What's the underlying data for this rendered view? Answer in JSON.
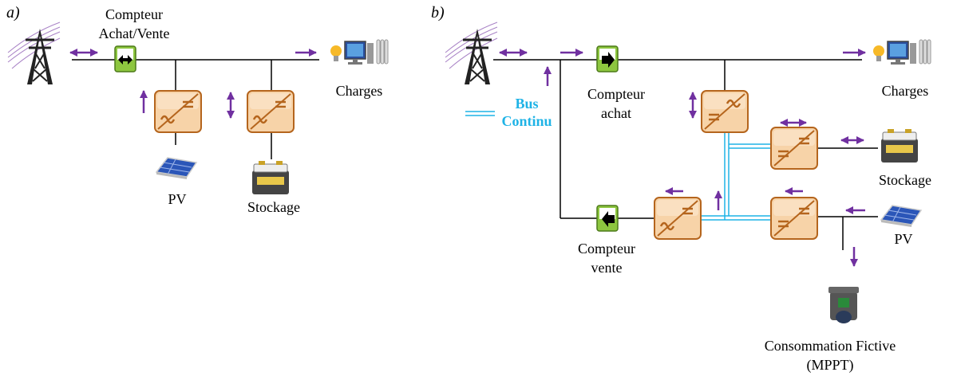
{
  "colors": {
    "line": "#000000",
    "arrow": "#7030a0",
    "bus": "#1fb3e6",
    "converter_fill": "#f7d3a8",
    "converter_stroke": "#b5651d",
    "meter_green": "#8dc63f"
  },
  "panel_a": {
    "label": "a)",
    "meter_label_line1": "Compteur",
    "meter_label_line2": "Achat/Vente",
    "charges": "Charges",
    "pv": "PV",
    "storage": "Stockage"
  },
  "panel_b": {
    "label": "b)",
    "bus_line1": "Bus",
    "bus_line2": "Continu",
    "meter_buy_line1": "Compteur",
    "meter_buy_line2": "achat",
    "meter_sell_line1": "Compteur",
    "meter_sell_line2": "vente",
    "charges": "Charges",
    "storage": "Stockage",
    "pv": "PV",
    "fictive_line1": "Consommation Fictive",
    "fictive_line2": "(MPPT)"
  },
  "icons": [
    "power-tower-icon",
    "meter-icon",
    "ac-dc-converter-icon",
    "dc-dc-converter-icon",
    "solar-panel-icon",
    "battery-icon",
    "bulb-icon",
    "computer-icon",
    "radiator-icon",
    "trash-bin-icon"
  ]
}
